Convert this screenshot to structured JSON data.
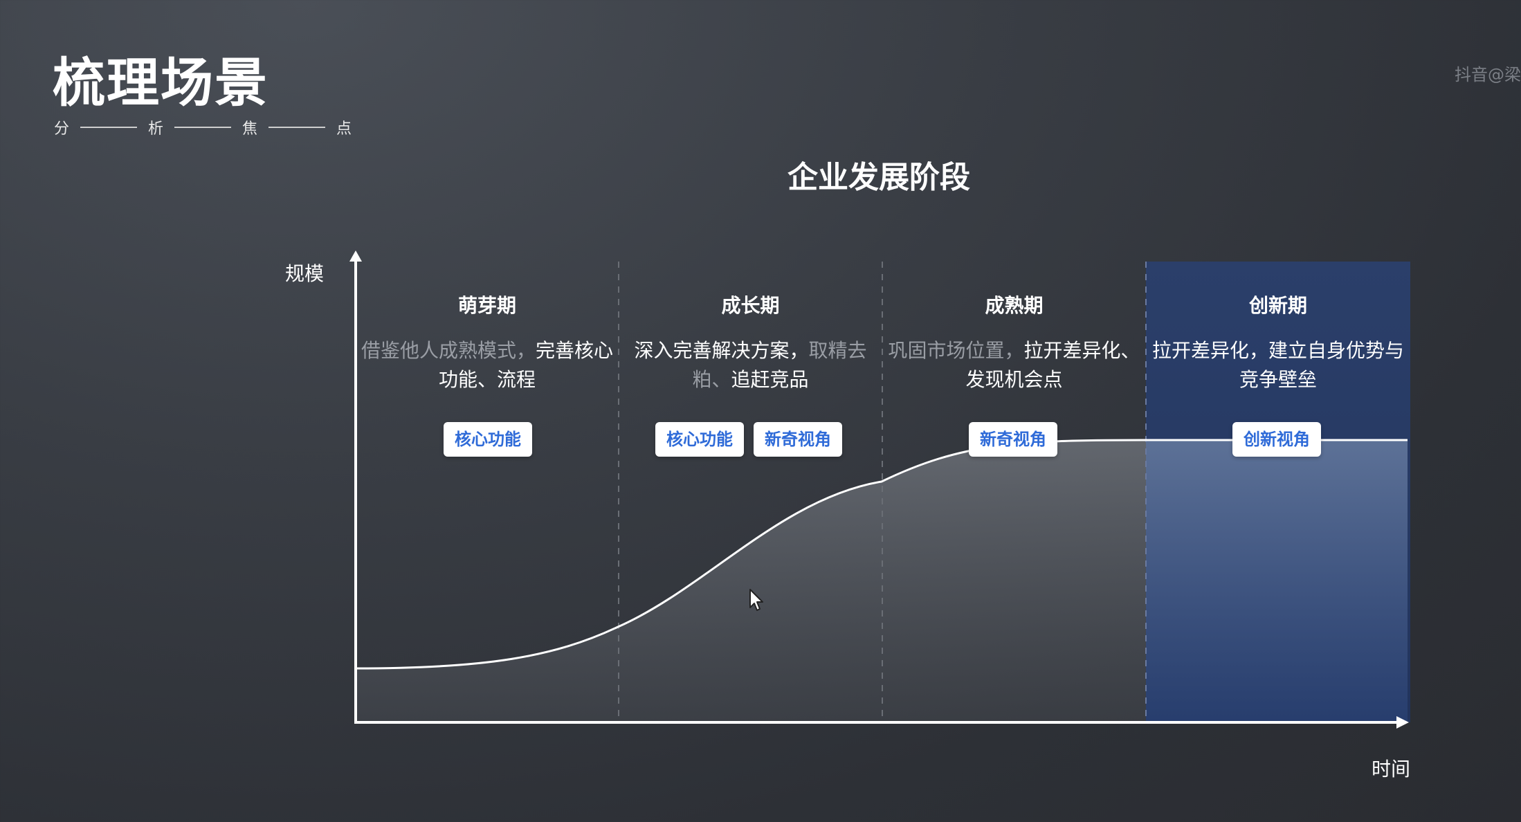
{
  "header": {
    "title": "梳理场景",
    "steps": [
      "分",
      "析",
      "焦",
      "点"
    ],
    "watermark": "抖音@梁"
  },
  "diagram": {
    "title": "企业发展阶段",
    "y_axis_label": "规模",
    "x_axis_label": "时间",
    "stages": [
      {
        "name": "萌芽期",
        "desc_dim": "借鉴他人成熟模式，",
        "desc_bright": "完善核心功能、流程",
        "desc_dim2": "",
        "tags": [
          "核心功能"
        ]
      },
      {
        "name": "成长期",
        "desc_dim": "",
        "desc_bright": "深入完善解决方案，",
        "desc_dim2": "取精去粕、",
        "desc_bright2": "追赶竞品",
        "tags": [
          "核心功能",
          "新奇视角"
        ]
      },
      {
        "name": "成熟期",
        "desc_dim": "巩固市场位置，",
        "desc_bright": "拉开差异化、发现机会点",
        "desc_dim2": "",
        "tags": [
          "新奇视角"
        ]
      },
      {
        "name": "创新期",
        "desc_dim": "",
        "desc_bright": "拉开差异化，建立自身优势与竞争壁垒",
        "desc_dim2": "",
        "tags": [
          "创新视角"
        ]
      }
    ],
    "highlight_color": "#2e4a80",
    "tag_text_color": "#2f6bd8"
  }
}
